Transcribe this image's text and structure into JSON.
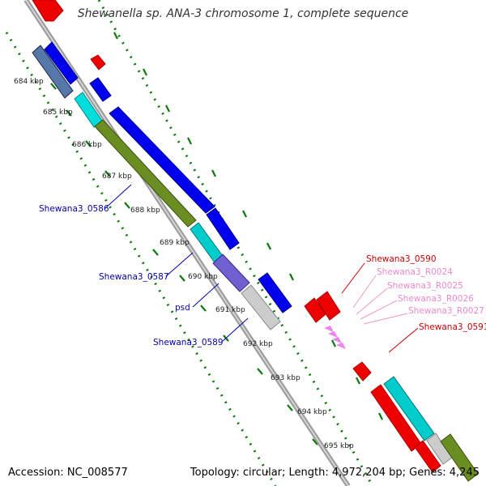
{
  "title": "Shewanella sp. ANA-3 chromosome 1, complete sequence",
  "footer": {
    "accession": "Accession: NC_008577",
    "summary": "Topology: circular; Length: 4,972,204 bp; Genes: 4,245"
  },
  "ticks": [
    "684 kbp",
    "685 kbp",
    "686 kbp",
    "687 kbp",
    "688 kbp",
    "689 kbp",
    "690 kbp",
    "691 kbp",
    "692 kbp",
    "693 kbp",
    "694 kbp",
    "695 kbp"
  ],
  "gene_labels": {
    "left": [
      "Shewana3_0586",
      "Shewana3_0587",
      "psd",
      "Shewana3_0589"
    ],
    "right": [
      "Shewana3_0590",
      "Shewana3_R0024",
      "Shewana3_R0025",
      "Shewana3_R0026",
      "Shewana3_R0027",
      "Shewana3_0591"
    ]
  },
  "colors": {
    "cds_forward": "#0000ee",
    "cds_red": "#ee0000",
    "cyan": "#00cccc",
    "olive": "#6b8e23",
    "purple": "#6a5acd",
    "gray": "#c8c8c8",
    "rna_pink": "#ee82ee",
    "label_blue": "#0000aa",
    "label_red": "#cc0000",
    "label_pink": "#ee88cc",
    "dots": "#0a7a0a",
    "backbone": "#888888"
  }
}
